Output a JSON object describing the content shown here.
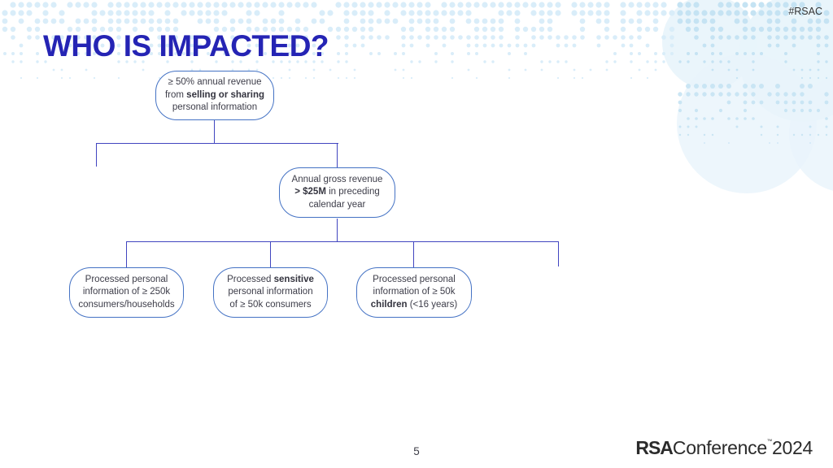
{
  "colors": {
    "title": "#2524b4",
    "node_border": "#4472c4",
    "connector": "#4145c0",
    "text": "#3d3d49",
    "hashtag_text": "#333333",
    "footer_text": "#3c3c46",
    "logo_text": "#2b2b2b",
    "dot": "#d9edf9",
    "dot_dense": "#c5e3f3",
    "circle": "#e8f4fb"
  },
  "header": {
    "hashtag": "#RSAC",
    "title": "WHO IS IMPACTED?"
  },
  "flowchart": {
    "nodes": [
      {
        "name": "revenue-share-threshold",
        "lines": [
          [
            {
              "t": "≥ 50% annual revenue"
            }
          ],
          [
            {
              "t": "from "
            },
            {
              "t": "selling or sharing",
              "b": true
            }
          ],
          [
            {
              "t": "personal information"
            }
          ]
        ]
      },
      {
        "name": "gross-revenue-threshold",
        "lines": [
          [
            {
              "t": "Annual gross revenue"
            }
          ],
          [
            {
              "t": "> $25M",
              "b": true
            },
            {
              "t": " in preceding"
            }
          ],
          [
            {
              "t": "calendar year"
            }
          ]
        ]
      },
      {
        "name": "personal-info-250k",
        "lines": [
          [
            {
              "t": "Processed personal"
            }
          ],
          [
            {
              "t": "information of ≥ 250k"
            }
          ],
          [
            {
              "t": "consumers/households"
            }
          ]
        ]
      },
      {
        "name": "sensitive-info-50k",
        "lines": [
          [
            {
              "t": "Processed "
            },
            {
              "t": "sensitive",
              "b": true
            }
          ],
          [
            {
              "t": "personal information"
            }
          ],
          [
            {
              "t": "of ≥ 50k consumers"
            }
          ]
        ]
      },
      {
        "name": "children-info-50k",
        "lines": [
          [
            {
              "t": "Processed personal"
            }
          ],
          [
            {
              "t": "information of ≥ 50k"
            }
          ],
          [
            {
              "t": "children",
              "b": true
            },
            {
              "t": " (<16 years)"
            }
          ]
        ]
      }
    ]
  },
  "footer": {
    "page_number": "5",
    "logo": {
      "rsa": "RSA",
      "conference": "Conference",
      "trademark": "™",
      "year": "2024"
    }
  }
}
